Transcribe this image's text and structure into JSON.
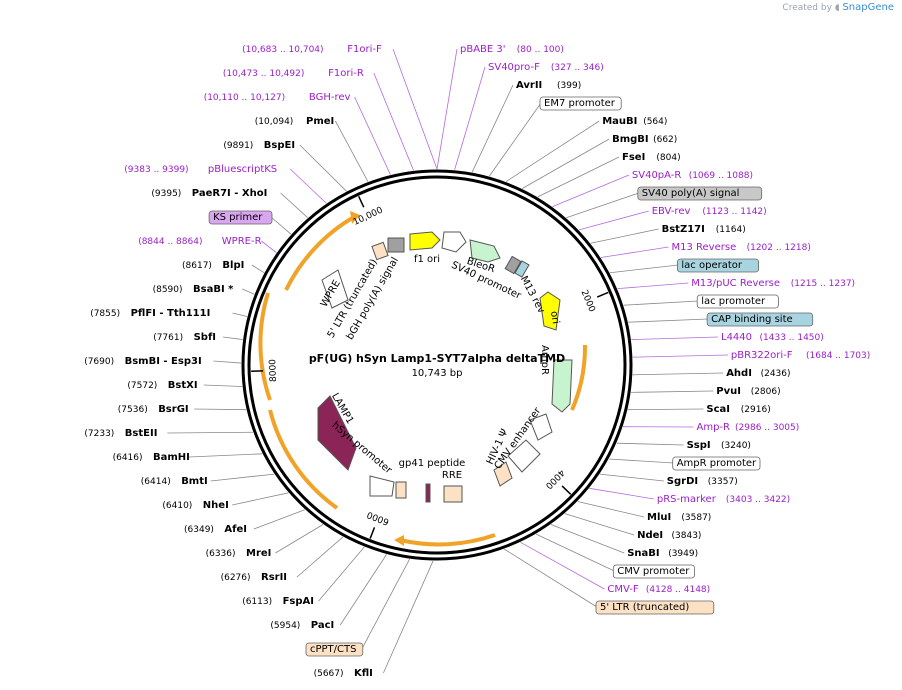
{
  "watermark": {
    "prefix": "Created by",
    "brand": "SnapGene"
  },
  "plasmid": {
    "name": "pF(UG) hSyn Lamp1-SYT7alpha deltaTMD",
    "length_label": "10,743 bp",
    "length_bp": 10743
  },
  "ring_ticks": [
    {
      "bp": 2000,
      "label": "2000"
    },
    {
      "bp": 4000,
      "label": "4000"
    },
    {
      "bp": 6000,
      "label": "6000"
    },
    {
      "bp": 8000,
      "label": "8000"
    },
    {
      "bp": 10000,
      "label": "10,000"
    }
  ],
  "site_labels": [
    {
      "name": "F1ori-F",
      "loc": "(10,683 .. 10,704)",
      "kind": "primer"
    },
    {
      "name": "pBABE 3'",
      "loc": "(80 .. 100)",
      "kind": "primer"
    },
    {
      "name": "F1ori-R",
      "loc": "(10,473 .. 10,492)",
      "kind": "primer"
    },
    {
      "name": "SV40pro-F",
      "loc": "(327 .. 346)",
      "kind": "primer"
    },
    {
      "name": "BGH-rev",
      "loc": "(10,110 .. 10,127)",
      "kind": "primer"
    },
    {
      "name": "AvrII",
      "loc": "(399)",
      "kind": "enzyme"
    },
    {
      "name": "PmeI",
      "loc": "(10,094)",
      "kind": "enzyme"
    },
    {
      "name": "EM7 promoter",
      "loc": "",
      "kind": "feature",
      "color": "#ffffff"
    },
    {
      "name": "BspEI",
      "loc": "(9891)",
      "kind": "enzyme"
    },
    {
      "name": "MauBI",
      "loc": "(564)",
      "kind": "enzyme"
    },
    {
      "name": "BmgBI",
      "loc": "(662)",
      "kind": "enzyme"
    },
    {
      "name": "pBluescriptKS",
      "loc": "(9383 .. 9399)",
      "kind": "primer"
    },
    {
      "name": "FseI",
      "loc": "(804)",
      "kind": "enzyme"
    },
    {
      "name": "PaeR7I - XhoI",
      "loc": "(9395)",
      "kind": "enzyme"
    },
    {
      "name": "SV40pA-R",
      "loc": "(1069 .. 1088)",
      "kind": "primer"
    },
    {
      "name": "KS primer",
      "loc": "",
      "kind": "feature",
      "color": "#d9a6f0"
    },
    {
      "name": "SV40 poly(A) signal",
      "loc": "",
      "kind": "feature",
      "color": "#c8c8c8"
    },
    {
      "name": "EBV-rev",
      "loc": "(1123 .. 1142)",
      "kind": "primer"
    },
    {
      "name": "BstZ17I",
      "loc": "(1164)",
      "kind": "enzyme"
    },
    {
      "name": "WPRE-R",
      "loc": "(8844 .. 8864)",
      "kind": "primer"
    },
    {
      "name": "M13 Reverse",
      "loc": "(1202 .. 1218)",
      "kind": "primer"
    },
    {
      "name": "lac operator",
      "loc": "",
      "kind": "feature",
      "color": "#a8d3e0"
    },
    {
      "name": "BlpI",
      "loc": "(8617)",
      "kind": "enzyme"
    },
    {
      "name": "M13/pUC Reverse",
      "loc": "(1215 .. 1237)",
      "kind": "primer"
    },
    {
      "name": "BsaBI *",
      "loc": "(8590)",
      "kind": "enzyme"
    },
    {
      "name": "lac promoter",
      "loc": "",
      "kind": "feature",
      "color": "#ffffff"
    },
    {
      "name": "CAP binding site",
      "loc": "",
      "kind": "feature",
      "color": "#a8d3e0"
    },
    {
      "name": "L4440",
      "loc": "(1433 .. 1450)",
      "kind": "primer"
    },
    {
      "name": "pBR322ori-F",
      "loc": "(1684 .. 1703)",
      "kind": "primer"
    },
    {
      "name": "AhdI",
      "loc": "(2436)",
      "kind": "enzyme"
    },
    {
      "name": "PvuI",
      "loc": "(2806)",
      "kind": "enzyme"
    },
    {
      "name": "PflFI - Tth111I",
      "loc": "(7855)",
      "kind": "enzyme"
    },
    {
      "name": "ScaI",
      "loc": "(2916)",
      "kind": "enzyme"
    },
    {
      "name": "SbfI",
      "loc": "(7761)",
      "kind": "enzyme"
    },
    {
      "name": "BsmBI - Esp3I",
      "loc": "(7690)",
      "kind": "enzyme"
    },
    {
      "name": "Amp-R",
      "loc": "(2986 .. 3005)",
      "kind": "primer"
    },
    {
      "name": "SspI",
      "loc": "(3240)",
      "kind": "enzyme"
    },
    {
      "name": "BstXI",
      "loc": "(7572)",
      "kind": "enzyme"
    },
    {
      "name": "BsrGI",
      "loc": "(7536)",
      "kind": "enzyme"
    },
    {
      "name": "AmpR promoter",
      "loc": "",
      "kind": "feature",
      "color": "#ffffff"
    },
    {
      "name": "SgrDI",
      "loc": "(3357)",
      "kind": "enzyme"
    },
    {
      "name": "pRS-marker",
      "loc": "(3403 .. 3422)",
      "kind": "primer"
    },
    {
      "name": "BstEII",
      "loc": "(7233)",
      "kind": "enzyme"
    },
    {
      "name": "MluI",
      "loc": "(3587)",
      "kind": "enzyme"
    },
    {
      "name": "NdeI",
      "loc": "(3843)",
      "kind": "enzyme"
    },
    {
      "name": "BamHI",
      "loc": "(6416)",
      "kind": "enzyme"
    },
    {
      "name": "SnaBI",
      "loc": "(3949)",
      "kind": "enzyme"
    },
    {
      "name": "BmtI",
      "loc": "(6414)",
      "kind": "enzyme"
    },
    {
      "name": "NheI",
      "loc": "(6410)",
      "kind": "enzyme"
    },
    {
      "name": "CMV promoter",
      "loc": "",
      "kind": "feature",
      "color": "#ffffff"
    },
    {
      "name": "AfeI",
      "loc": "(6349)",
      "kind": "enzyme"
    },
    {
      "name": "MreI",
      "loc": "(6336)",
      "kind": "enzyme"
    },
    {
      "name": "CMV-F",
      "loc": "(4128 .. 4148)",
      "kind": "primer"
    },
    {
      "name": "RsrII",
      "loc": "(6276)",
      "kind": "enzyme"
    },
    {
      "name": "FspAI",
      "loc": "(6113)",
      "kind": "enzyme"
    },
    {
      "name": "5' LTR (truncated)",
      "loc": "",
      "kind": "feature",
      "color": "#fde1c4"
    },
    {
      "name": "PacI",
      "loc": "(5954)",
      "kind": "enzyme"
    },
    {
      "name": "cPPT/CTS",
      "loc": "",
      "kind": "feature",
      "color": "#fde1c4"
    },
    {
      "name": "KflI",
      "loc": "(5667)",
      "kind": "enzyme"
    }
  ],
  "inner_labels": [
    "f1 ori",
    "BleoR",
    "SV40 promoter",
    "M13 rev",
    "ori",
    "AmpR",
    "5' LTR (truncated)",
    "bGH poly(A) signal",
    "WPRE",
    "LAMP1",
    "hSyn promoter",
    "gp41 peptide",
    "RRE",
    "HIV-1 Ψ",
    "CMV enhancer"
  ],
  "feature_colors": {
    "f1_ori": "#ffff00",
    "bleor": "#c8f3cf",
    "ori": "#ffff00",
    "ampr": "#c8f3cf",
    "lamp1": "#8b2457",
    "orf": "#f0a328",
    "primer_text": "#9a1fc8",
    "ltr": "#fde1c4",
    "polya": "#a0a0a0"
  }
}
